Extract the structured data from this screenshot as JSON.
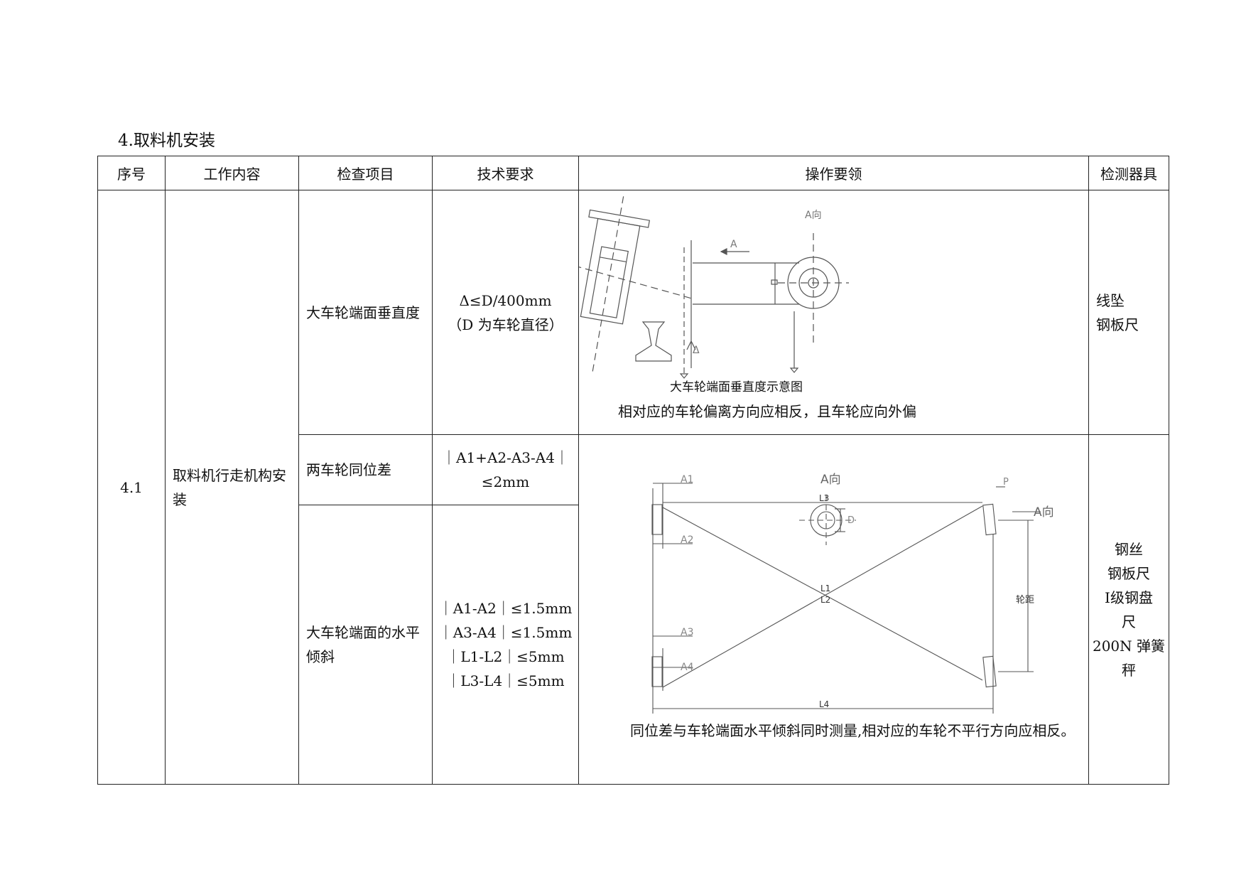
{
  "section_title": "4.取料机安装",
  "headers": [
    "序号",
    "工作内容",
    "检查项目",
    "技术要求",
    "操作要领",
    "检测器具"
  ],
  "row": {
    "seq": "4.1",
    "work": "取料机行走机构安装",
    "items": [
      {
        "check": "大车轮端面垂直度",
        "requirement": [
          "Δ≤D/400mm",
          "（D 为车轮直径）"
        ]
      },
      {
        "check": "两车轮同位差",
        "requirement": [
          "｜A1+A2-A3-A4｜",
          "≤2mm"
        ]
      },
      {
        "check": "大车轮端面的水平倾斜",
        "requirement": [
          "｜A1-A2｜≤1.5mm",
          "｜A3-A4｜≤1.5mm",
          "｜L1-L2｜≤5mm",
          "｜L3-L4｜≤5mm"
        ]
      }
    ],
    "method1": {
      "diagram_labels": {
        "a_dir": "A向",
        "arrow_a": "A",
        "delta": "Δ"
      },
      "caption": "大车轮端面垂直度示意图",
      "note": "相对应的车轮偏离方向应相反，且车轮应向外偏"
    },
    "method2": {
      "diagram_labels": {
        "a_dir_top": "A向",
        "a_dir_right": "A向",
        "a1": "A1",
        "a2": "A2",
        "a3": "A3",
        "a4": "A4",
        "l1": "L1",
        "l2": "L2",
        "l3": "L3",
        "l4": "L4",
        "d": "D",
        "p": "P",
        "gauge": "轮距"
      },
      "note": "同位差与车轮端面水平倾斜同时测量,相对应的车轮不平行方向应相反。"
    },
    "tools1": [
      "线坠",
      "钢板尺"
    ],
    "tools2": [
      "钢丝",
      "钢板尺",
      "Ⅰ级钢盘",
      "尺",
      "200N 弹簧",
      "秤"
    ]
  }
}
